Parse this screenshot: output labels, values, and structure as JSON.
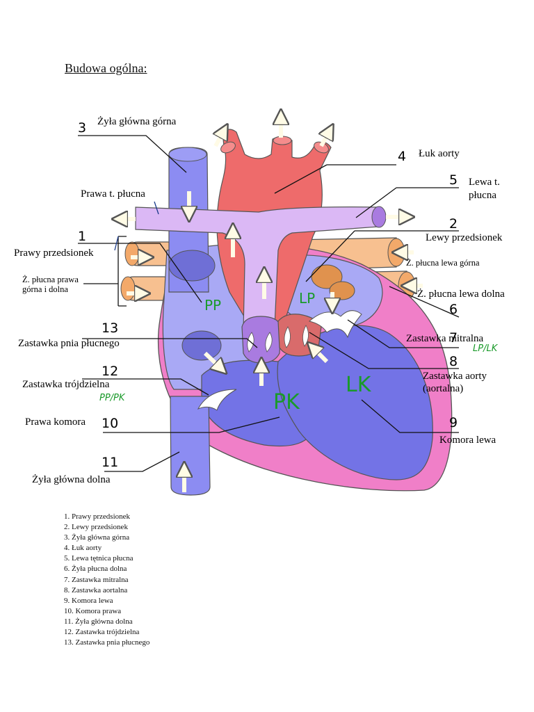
{
  "title": "Budowa ogólna:",
  "labels": {
    "n1": "1",
    "prawy_przedsionek": "Prawy przedsionek",
    "n2": "2",
    "lewy_przedsionek": "Lewy przedsionek",
    "n3": "3",
    "zyla_glowna_gorna": "Żyła główna górna",
    "n4": "4",
    "luk_aorty": "Łuk aorty",
    "n5": "5",
    "lewa_t_plucna_1": "Lewa t.",
    "lewa_t_plucna_2": "płucna",
    "n6": "6",
    "z_plucna_lewa_dolna": "Ż. płucna lewa dolna",
    "n7": "7",
    "zastawka_mitralna": "Zastawka mitralna",
    "n8": "8",
    "zastawka_aorty_1": "Zastawka aorty",
    "zastawka_aorty_2": "(aortalna)",
    "n9": "9",
    "komora_lewa": "Komora lewa",
    "n10": "10",
    "prawa_komora": "Prawa komora",
    "n11": "11",
    "zyla_glowna_dolna": "Żyła główna dolna",
    "n12": "12",
    "zastawka_trojdzielna": "Zastawka trójdzielna",
    "n13": "13",
    "zastawka_pnia_plucnego": "Zastawka pnia płucnego",
    "prawa_t_plucna": "Prawa t. płucna",
    "z_plucna_prawa_1": "Ż. płucna prawa",
    "z_plucna_prawa_2": "górna i dolna",
    "z_plucna_lewa_gorna": "Ż. płucna lewa górna"
  },
  "handwritten": {
    "pp": "PP",
    "lp": "LP",
    "pk": "PK",
    "lk": "LK",
    "lp_lk": "LP/LK",
    "pp_pk": "PP/PK"
  },
  "legend": [
    "1. Prawy przedsionek",
    "2. Lewy przedsionek",
    "3. Żyła główna górna",
    "4. Łuk aorty",
    "5. Lewa tętnica płucna",
    "6. Żyła płucna dolna",
    "7. Zastawka mitralna",
    "8. Zastawka aortalna",
    "9. Komora lewa",
    "10. Komora prawa",
    "11. Żyła główna dolna",
    "12. Zastawka trójdzielna",
    "13. Zastawka pnia płucnego"
  ],
  "colors": {
    "aorta": "#ee6b6b",
    "pulmonary_artery": "#dbb8f5",
    "vena_cava": "#8c8cf2",
    "right_chamber": "#a9a9f5",
    "ventricle": "#7373e6",
    "myocardium": "#f07fc8",
    "pulmonary_vein": "#f7c090",
    "handwriting": "#1a9a2a"
  }
}
